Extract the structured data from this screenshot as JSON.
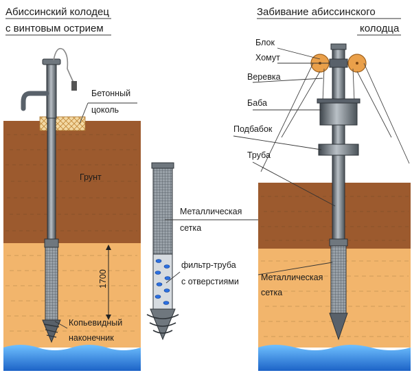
{
  "left": {
    "title_line1": "Абиссинский колодец",
    "title_line2": "с винтовым острием",
    "label_concrete_line1": "Бетонный",
    "label_concrete_line2": "цоколь",
    "label_soil": "Грунт",
    "label_depth": "1700",
    "label_tip_line1": "Копьевидный",
    "label_tip_line2": "наконечник"
  },
  "middle": {
    "label_mesh_line1": "Металлическая",
    "label_mesh_line2": "сетка",
    "label_filter_line1": "фильтр-труба",
    "label_filter_line2": "с отверстиями"
  },
  "right": {
    "title_line1": "Забивание абиссинского",
    "title_line2": "колодца",
    "label_block": "Блок",
    "label_clamp": "Хомут",
    "label_rope": "Веревка",
    "label_ram": "Баба",
    "label_anvil": "Подбабок",
    "label_pipe": "Труба",
    "label_mesh_line1": "Металлическая",
    "label_mesh_line2": "сетка"
  },
  "colors": {
    "soil": "#9c5a2e",
    "sand": "#f2b56c",
    "water": "#2f8fe6",
    "concrete": "#f3d9a4",
    "pipe": "#7d858d"
  }
}
